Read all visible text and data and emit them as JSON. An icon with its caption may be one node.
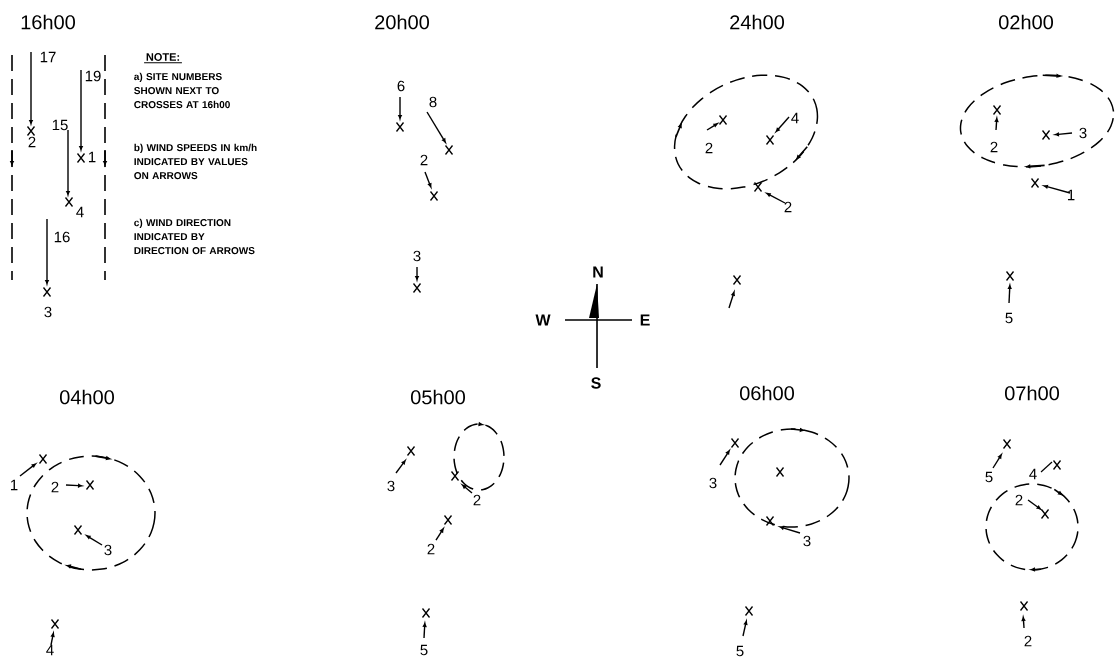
{
  "diagram": {
    "labels": [
      "16h00",
      "17",
      "19",
      "2",
      "15",
      "1",
      "4",
      "16",
      "3",
      "NOTE:",
      "a) SITE NUMBERS SHOWN NEXT TO CROSSES AT 16h00",
      "b) WIND SPEEDS IN km/h INDICATED BY VALUES ON ARROWS",
      "c) WIND DIRECTION INDICATED BY DIRECTION OF ARROWS",
      "20h00",
      "6",
      "8",
      "2",
      "3",
      "24h00",
      "2",
      "4",
      "2",
      "02h00",
      "2",
      "3",
      "1",
      "5",
      "N",
      "W",
      "E",
      "S",
      "04h00",
      "1",
      "2",
      "3",
      "4",
      "05h00",
      "3",
      "2",
      "2",
      "5",
      "06h00",
      "3",
      "3",
      "5",
      "07h00",
      "5",
      "4",
      "2",
      "2"
    ]
  }
}
